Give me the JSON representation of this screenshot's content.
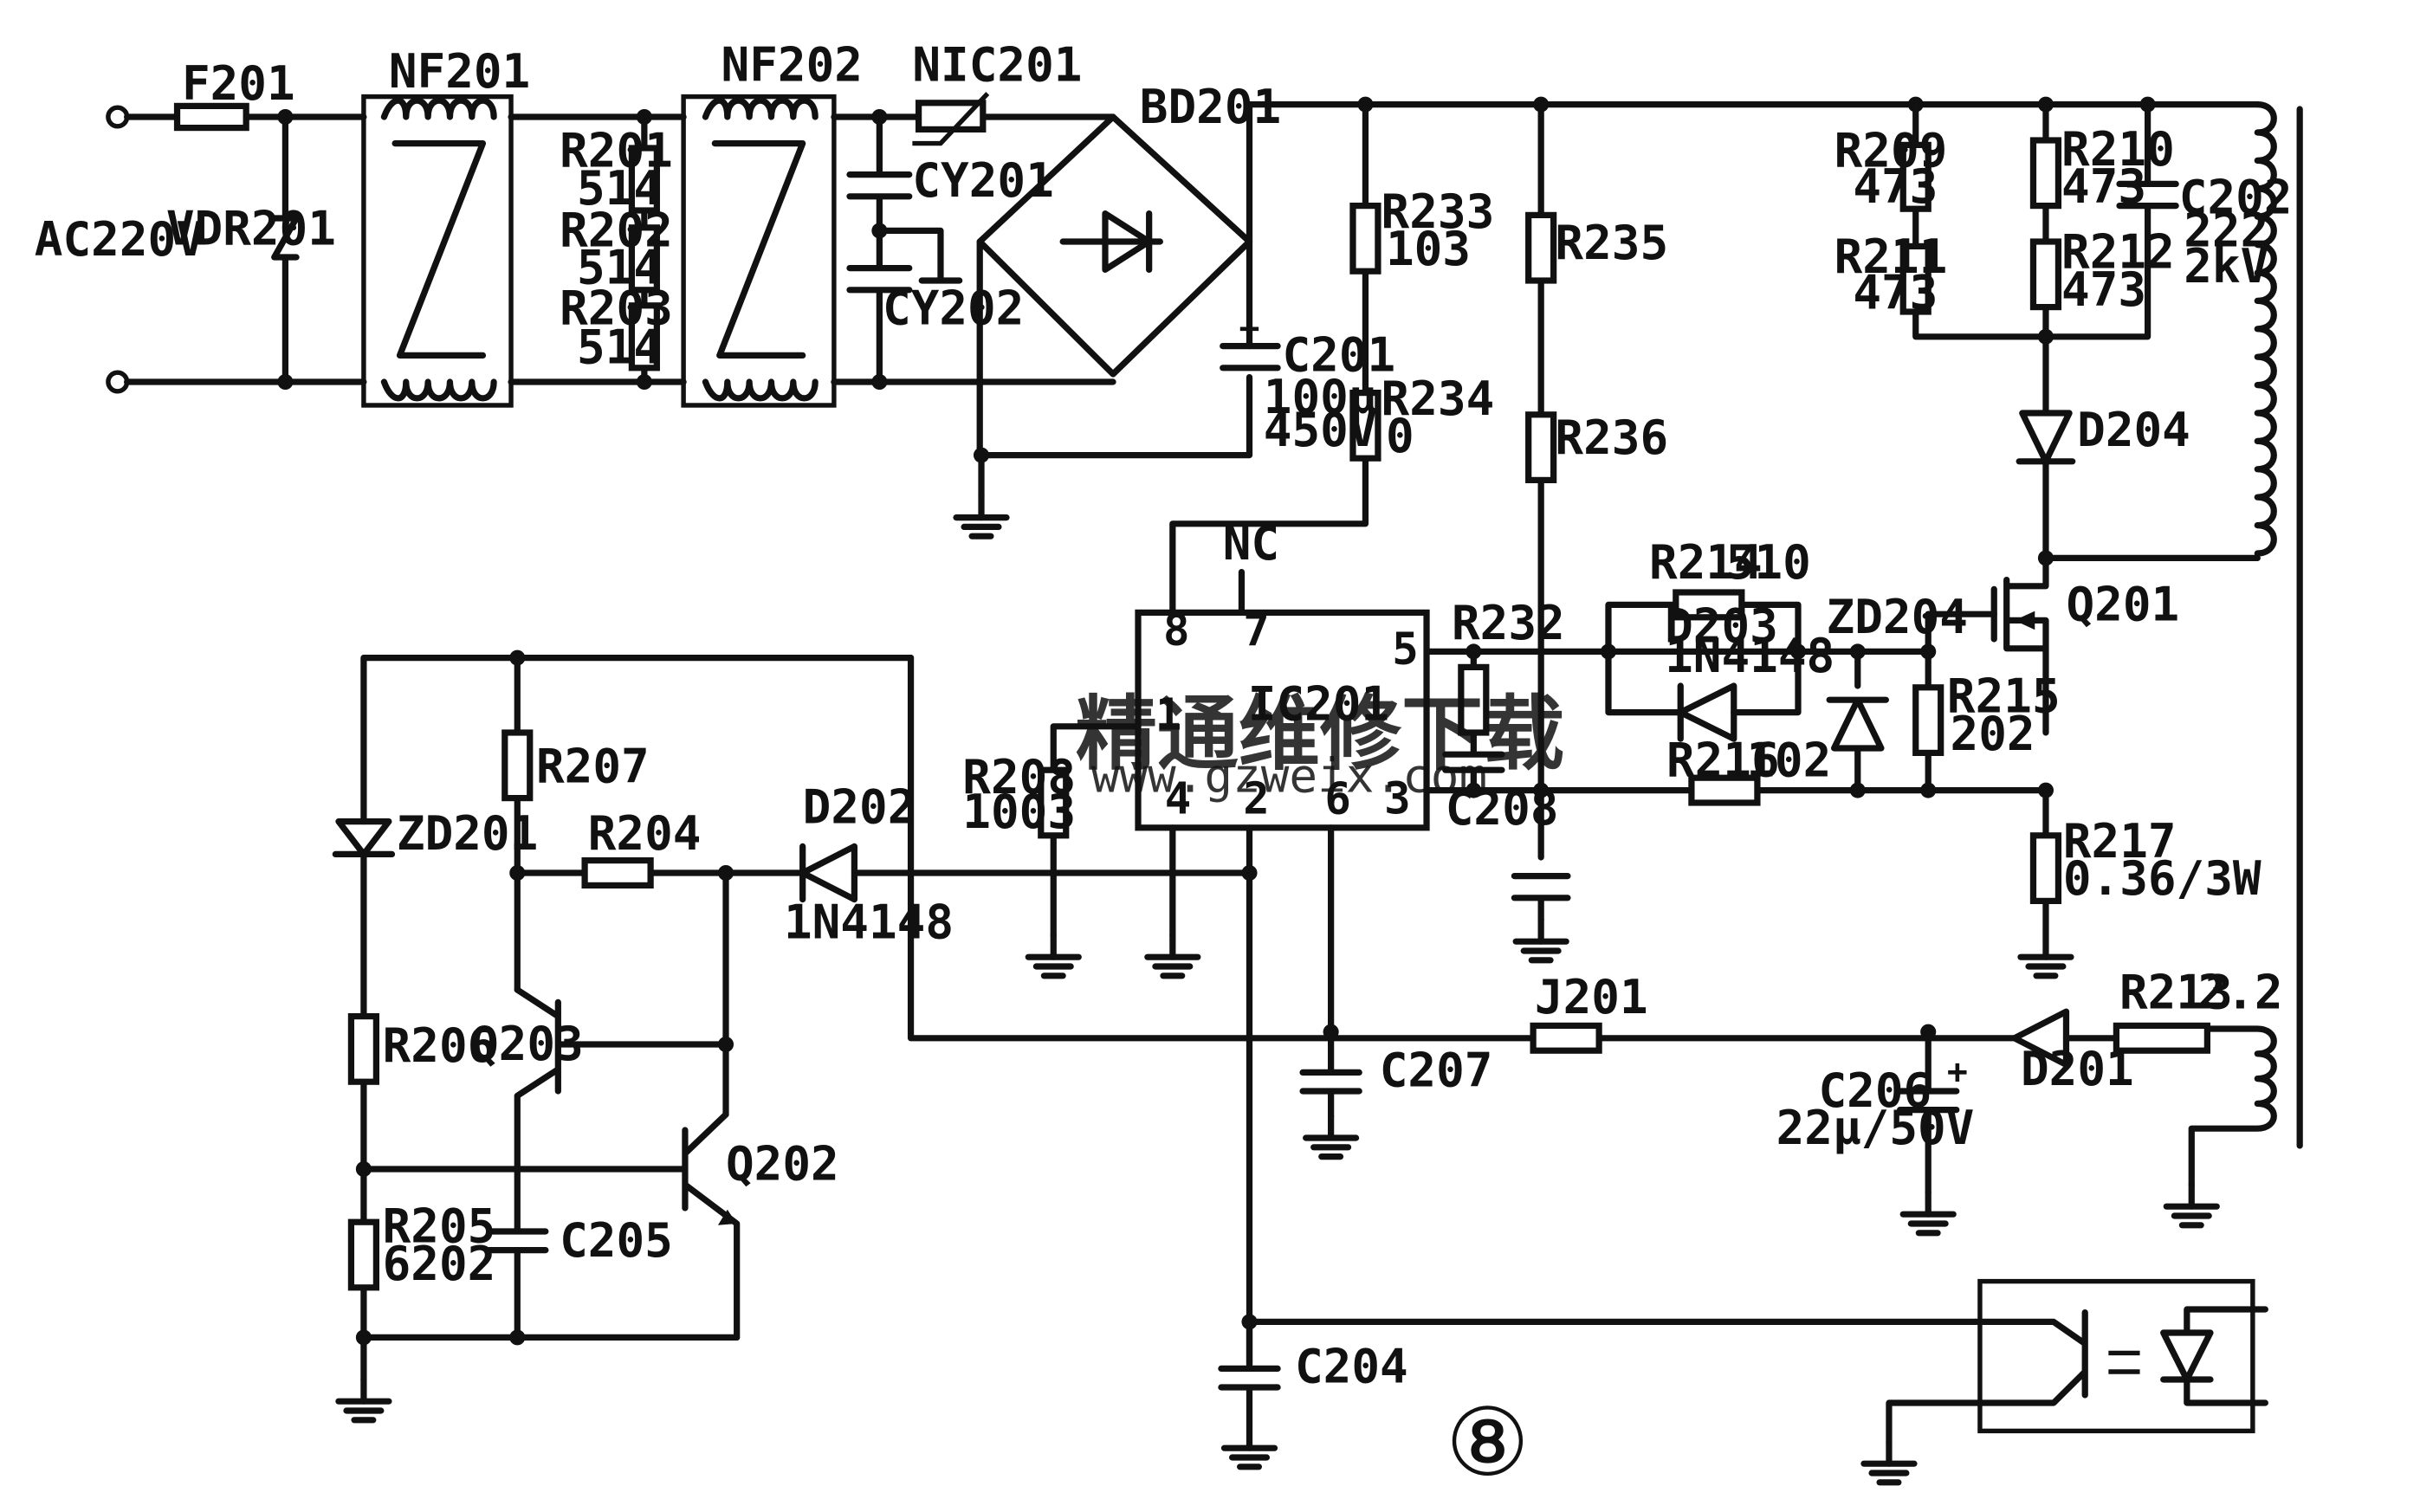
{
  "labels": {
    "ac_in": "AC220V",
    "f201": "F201",
    "vdr201": "VDR201",
    "nf201": "NF201",
    "nf202": "NF202",
    "nic201": "NIC201",
    "bd201": "BD201",
    "r201": "R201",
    "r201_val": "514",
    "r202": "R202",
    "r202_val": "514",
    "r203": "R203",
    "r203_val": "514",
    "cy201": "CY201",
    "cy202": "CY202",
    "c201": "C201",
    "c201_val1": "100μ",
    "c201_val2": "450V",
    "r233": "R233",
    "r233_val": "103",
    "r234": "R234",
    "r234_val": "0",
    "r235": "R235",
    "r236": "R236",
    "r209": "R209",
    "r209_val": "473",
    "r210": "R210",
    "r210_val": "473",
    "r211": "R211",
    "r211_val": "473",
    "r212": "R212",
    "r212_val": "473",
    "c202": "C202",
    "c202_val1": "222",
    "c202_val2": "2kV",
    "d204": "D204",
    "q201": "Q201",
    "nc": "NC",
    "ic201": "IC201",
    "pin8": "8",
    "pin7": "7",
    "pin5": "5",
    "pin1": "1",
    "pin4": "4",
    "pin2": "2",
    "pin6": "6",
    "pin3": "3",
    "r232": "R232",
    "c208": "C208",
    "r214": "R214",
    "r214_val": "510",
    "d203": "D203",
    "d203_val": "1N4148",
    "zd204": "ZD204",
    "r215": "R215",
    "r215_val": "202",
    "r216": "R216",
    "r216_val": "102",
    "r217": "R217",
    "r217_val": "0.36/3W",
    "r208": "R208",
    "r208_val": "1003",
    "zd201": "ZD201",
    "r207": "R207",
    "r204": "R204",
    "d202": "D202",
    "d202_val": "1N4148",
    "r206": "R206",
    "q203": "Q203",
    "q202": "Q202",
    "r205": "R205",
    "r205_val": "6202",
    "c205": "C205",
    "j201": "J201",
    "c207": "C207",
    "c206": "C206",
    "c206_val": "22μ/50V",
    "d201": "D201",
    "r213": "R213",
    "r213_val": "2.2",
    "c204": "C204",
    "page_number": "⑧"
  },
  "watermark": {
    "text": "精通维修下载",
    "url": "www.gzweix.com"
  }
}
